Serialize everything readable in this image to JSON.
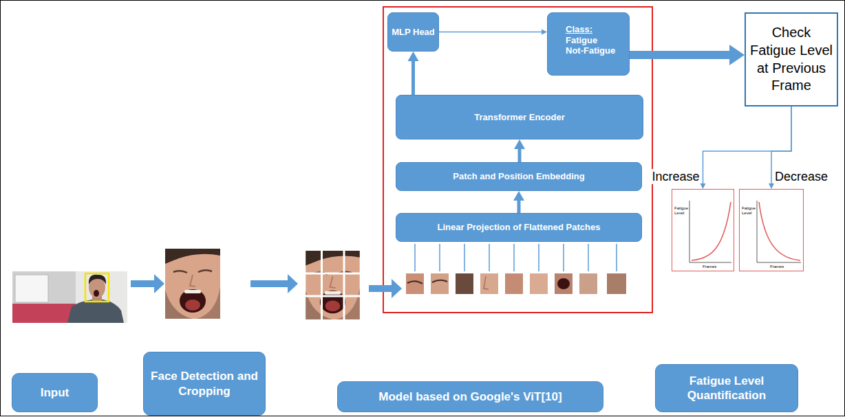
{
  "diagram": {
    "nodes": [
      {
        "text": [
          "MLP Head"
        ]
      },
      {
        "text": [
          "Class:",
          "Fatigue",
          "Not-Fatigue"
        ]
      },
      {
        "text": [
          "Check Fatigue Level at Previous Frame"
        ]
      },
      {
        "text": [
          "Transformer Encoder"
        ]
      },
      {
        "text": [
          "Patch and Position Embedding"
        ]
      },
      {
        "text": [
          "Linear Projection of Flattened Patches"
        ]
      },
      {
        "text": [
          "Fatigue Level",
          "Frames"
        ]
      },
      {
        "text": [
          "Fatigue Level",
          "Frames"
        ]
      },
      {
        "text": [
          "Input"
        ]
      },
      {
        "text": [
          "Face Detection and Cropping"
        ]
      },
      {
        "text": [
          "Model based on Google's ViT[10]"
        ]
      },
      {
        "text": [
          "Fatigue Level Quantification"
        ]
      }
    ],
    "edges": [
      {
        "from": 3,
        "to": 0,
        "arrow": "to"
      },
      {
        "from": 0,
        "to": 1,
        "arrow": "to"
      },
      {
        "from": 4,
        "to": 3,
        "arrow": "to"
      },
      {
        "from": 5,
        "to": 4,
        "arrow": "to"
      },
      {
        "from": 1,
        "to": 2,
        "arrow": "to"
      },
      {
        "from": 2,
        "to": 6,
        "label": "Increase",
        "arrow": "to"
      },
      {
        "from": 2,
        "to": 7,
        "label": "Decrease",
        "arrow": "to"
      }
    ]
  }
}
